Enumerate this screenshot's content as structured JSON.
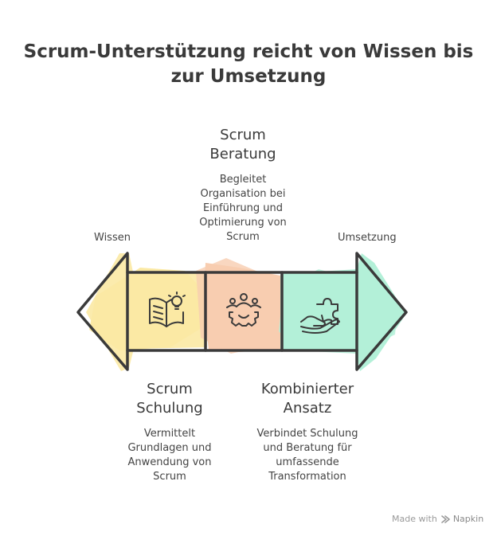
{
  "title": {
    "line1": "Scrum-Unterstützung reicht von Wissen bis",
    "line2": "zur Umsetzung"
  },
  "ends": {
    "left": "Wissen",
    "right": "Umsetzung"
  },
  "sections": {
    "beratung": {
      "heading": [
        "Scrum",
        "Beratung"
      ],
      "description": [
        "Begleitet",
        "Organisation bei",
        "Einführung und",
        "Optimierung von",
        "Scrum"
      ],
      "color": "#f8cdb0",
      "icon": "team-gear-icon"
    },
    "schulung": {
      "heading": [
        "Scrum",
        "Schulung"
      ],
      "description": [
        "Vermittelt",
        "Grundlagen und",
        "Anwendung von",
        "Scrum"
      ],
      "color": "#fbe9a4",
      "icon": "book-lightbulb-icon"
    },
    "ansatz": {
      "heading": [
        "Kombinierter",
        "Ansatz"
      ],
      "description": [
        "Verbindet Schulung",
        "und Beratung für",
        "umfassende",
        "Transformation"
      ],
      "color": "#b3f0d8",
      "icon": "hand-puzzle-icon"
    }
  },
  "footer": {
    "made_with": "Made with",
    "brand": "Napkin"
  }
}
